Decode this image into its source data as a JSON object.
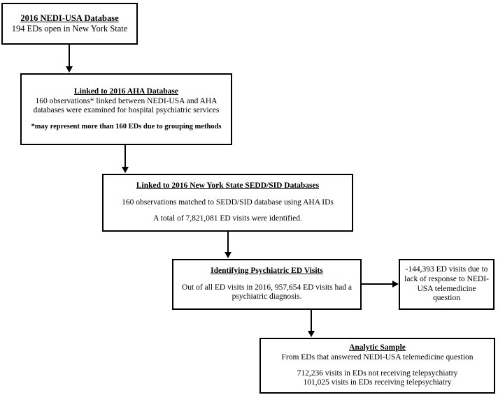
{
  "figure": {
    "type": "flowchart",
    "orientation": "top-to-bottom",
    "nodes": [
      {
        "id": "nedi",
        "title": "2016 NEDI-USA Database",
        "lines": [
          "194 EDs open in New York State"
        ]
      },
      {
        "id": "aha",
        "title": "Linked to 2016 AHA Database",
        "lines": [
          "160 observations* linked between NEDI-USA and AHA databases were examined for hospital psychiatric services"
        ],
        "note": "*may represent more than 160 EDs due to grouping methods"
      },
      {
        "id": "sedd",
        "title": "Linked to 2016 New York State SEDD/SID Databases",
        "lines": [
          "160 observations matched to SEDD/SID database using AHA IDs",
          "A total of 7,821,081 ED visits were identified."
        ]
      },
      {
        "id": "psych",
        "title": "Identifying Psychiatric ED Visits",
        "lines": [
          "Out of all ED visits in 2016, 957,654 ED visits had a psychiatric diagnosis."
        ]
      },
      {
        "id": "excluded",
        "title": "",
        "lines": [
          "-144,393 ED visits due to lack of response to NEDI-USA telemedicine question"
        ]
      },
      {
        "id": "analytic",
        "title": "Analytic Sample",
        "lines": [
          "From EDs that answered NEDI-USA telemedicine question",
          "712,236 visits in EDs not receiving telepsychiatry",
          "101,025 visits in EDs receiving telepsychiatry"
        ]
      }
    ],
    "edges": [
      {
        "id": "e1",
        "from": "nedi",
        "to": "aha",
        "direction": "down"
      },
      {
        "id": "e2",
        "from": "aha",
        "to": "sedd",
        "direction": "down"
      },
      {
        "id": "e3",
        "from": "sedd",
        "to": "psych",
        "direction": "down"
      },
      {
        "id": "e4",
        "from": "psych",
        "to": "analytic",
        "direction": "down"
      },
      {
        "id": "e5",
        "from": "psych",
        "to": "excluded",
        "direction": "right"
      }
    ],
    "colors": {
      "background": "#ffffff",
      "border": "#000000",
      "text": "#000000"
    }
  },
  "nodes": {
    "nedi": {
      "title": "2016 NEDI-USA Database",
      "line1": "194 EDs open in New York State"
    },
    "aha": {
      "title": "Linked to 2016 AHA Database",
      "line1": "160 observations* linked between NEDI-USA and AHA databases were examined for hospital psychiatric services",
      "note": "*may represent more than 160 EDs due to grouping methods"
    },
    "sedd": {
      "title": "Linked to 2016 New York State SEDD/SID Databases",
      "line1": "160 observations matched to SEDD/SID database using AHA IDs",
      "line2": "A total of 7,821,081 ED visits were identified."
    },
    "psych": {
      "title": "Identifying Psychiatric ED Visits",
      "line1": "Out of all ED visits in 2016, 957,654 ED visits had a psychiatric diagnosis."
    },
    "excluded": {
      "line1": "-144,393 ED visits due to lack of response to NEDI-USA telemedicine question"
    },
    "analytic": {
      "title": "Analytic Sample",
      "line1": "From EDs that answered NEDI-USA telemedicine question",
      "line2": "712,236 visits in EDs not receiving telepsychiatry",
      "line3": "101,025 visits in EDs receiving telepsychiatry"
    }
  }
}
